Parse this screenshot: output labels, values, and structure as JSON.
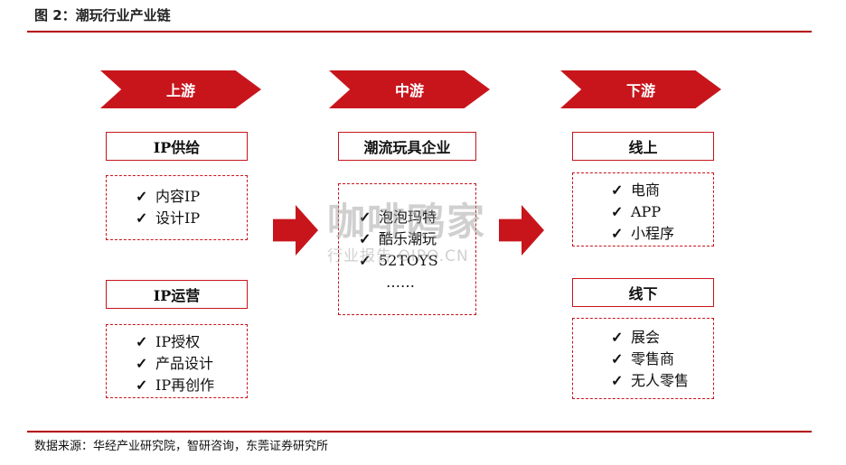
{
  "header": {
    "title": "图 2：潮玩行业产业链"
  },
  "stages": {
    "upstream": "上游",
    "midstream": "中游",
    "downstream": "下游"
  },
  "upstream": {
    "group1": {
      "title": "IP供给",
      "items": [
        "内容IP",
        "设计IP"
      ]
    },
    "group2": {
      "title": "IP运营",
      "items": [
        "IP授权",
        "产品设计",
        "IP再创作"
      ]
    }
  },
  "midstream": {
    "title": "潮流玩具企业",
    "items": [
      "泡泡玛特",
      "酷乐潮玩",
      "52TOYS"
    ],
    "ellipsis": "……"
  },
  "downstream": {
    "online": {
      "title": "线上",
      "items": [
        "电商",
        "APP",
        "小程序"
      ]
    },
    "offline": {
      "title": "线下",
      "items": [
        "展会",
        "零售商",
        "无人零售"
      ]
    }
  },
  "check_glyph": "✓",
  "watermark": {
    "main": "咖啡鸥家",
    "sub": "行业报告 OIPO.CN"
  },
  "footer": {
    "source": "数据来源：华经产业研究院，智研咨询，东莞证券研究所"
  },
  "colors": {
    "accent": "#c8151c",
    "rule": "#b30000"
  }
}
